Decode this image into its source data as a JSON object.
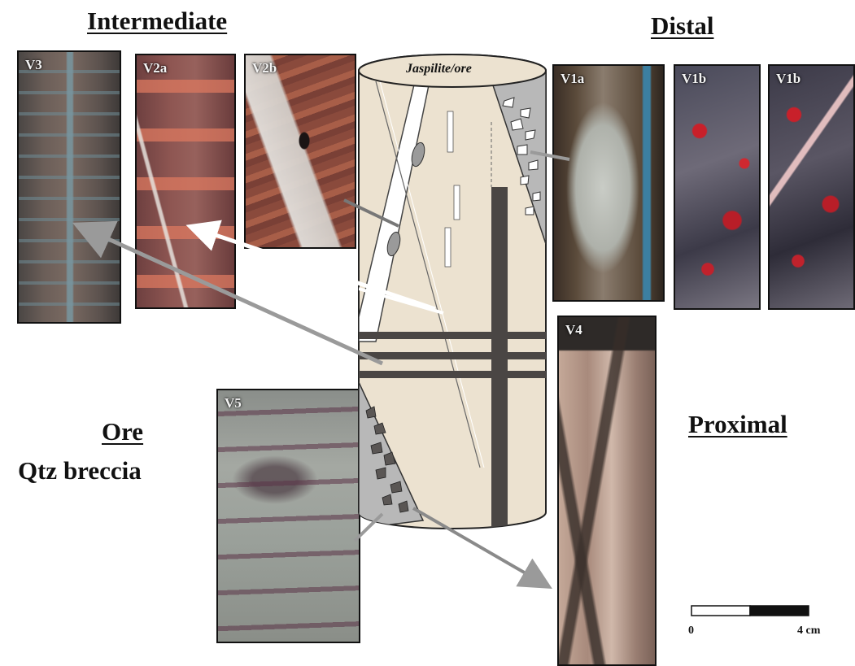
{
  "headings": {
    "intermediate": "Intermediate",
    "distal": "Distal",
    "ore": "Ore",
    "ore_sub": "Qtz breccia",
    "proximal": "Proximal"
  },
  "cylinder": {
    "label": "Jaspilite/ore"
  },
  "samples": [
    {
      "id": "v3",
      "label": "V3"
    },
    {
      "id": "v2a",
      "label": "V2a"
    },
    {
      "id": "v2b",
      "label": "V2b"
    },
    {
      "id": "v1a",
      "label": "V1a"
    },
    {
      "id": "v1b-1",
      "label": "V1b"
    },
    {
      "id": "v1b-2",
      "label": "V1b"
    },
    {
      "id": "v4",
      "label": "V4"
    },
    {
      "id": "v5",
      "label": "V5"
    }
  ],
  "scale_bar": {
    "start_label": "0",
    "end_label": "4 cm"
  },
  "colors": {
    "cylinder_fill": "#ece2d0",
    "dark_vein": "#4a4644",
    "breccia_fill": "#b8b8b8",
    "arrow": "#9a9a9a"
  }
}
